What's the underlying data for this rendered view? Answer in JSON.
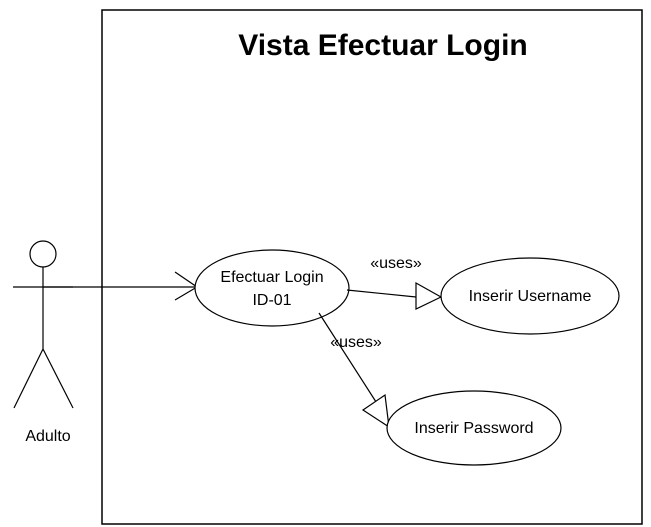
{
  "system": {
    "title": "Vista Efectuar Login"
  },
  "actor": {
    "name": "Adulto"
  },
  "use_cases": {
    "main": {
      "line1": "Efectuar Login",
      "line2": "ID-01"
    },
    "username": {
      "label": "Inserir Username"
    },
    "password": {
      "label": "Inserir Password"
    }
  },
  "relations": {
    "uses_username": "«uses»",
    "uses_password": "«uses»"
  },
  "colors": {
    "stroke": "#000000",
    "background": "#ffffff"
  }
}
